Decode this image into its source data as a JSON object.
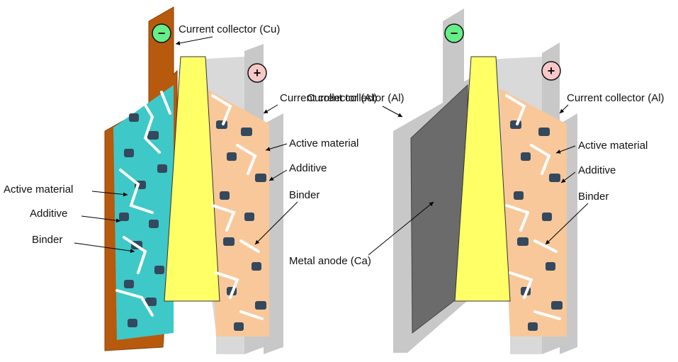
{
  "cell_left": {
    "anode_terminal_sign": "−",
    "cathode_terminal_sign": "+",
    "labels": {
      "current_collector_cu": "Current collector (Cu)",
      "current_collector_al": "Current collector (Al)",
      "active_material_right": "Active material",
      "additive_right": "Additive",
      "binder_right": "Binder",
      "active_material_left": "Active material",
      "additive_left": "Additive",
      "binder_left": "Binder"
    }
  },
  "cell_right": {
    "anode_terminal_sign": "−",
    "cathode_terminal_sign": "+",
    "labels": {
      "current_collector_al_left": "Current collector (Al)",
      "current_collector_al_right": "Current collector (Al)",
      "active_material": "Active material",
      "additive": "Additive",
      "binder": "Binder",
      "metal_anode": "Metal anode (Ca)"
    }
  },
  "colors": {
    "copper": "#b85a0d",
    "copper_dark": "#8a3f06",
    "aluminum": "#c8c8c8",
    "aluminum_light": "#e6e6e6",
    "separator": "#ffff66",
    "anode_active": "#3ec8c8",
    "cathode_active": "#f8c89a",
    "additive": "#34485e",
    "binder": "#ffffff",
    "metal_anode": "#6b6b6b",
    "minus_circle": "#66ee88",
    "plus_circle": "#f8c8c8"
  }
}
